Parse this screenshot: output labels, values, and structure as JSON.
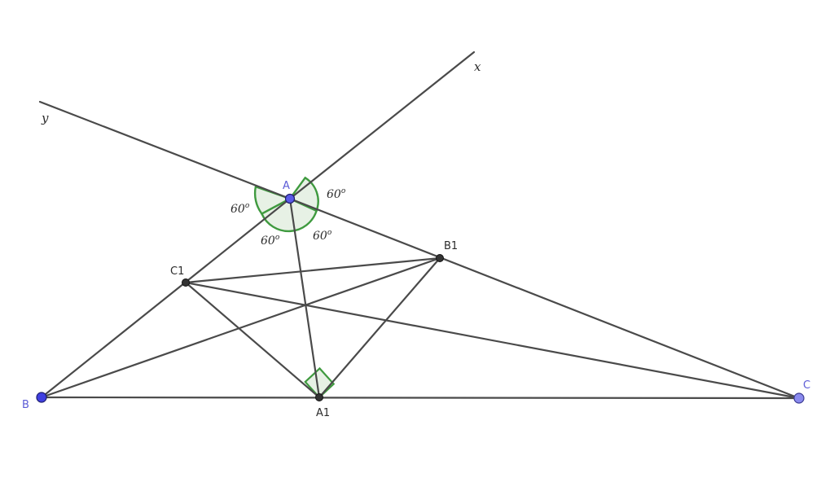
{
  "figure": {
    "points": {
      "A": {
        "label": "A",
        "color": "#5a5ae6",
        "free": true
      },
      "B": {
        "label": "B",
        "color": "#4040e0",
        "free": true
      },
      "C": {
        "label": "C",
        "color": "#8a8aee",
        "free": true
      },
      "A1": {
        "label": "A1",
        "color": "#333333",
        "free": false
      },
      "B1": {
        "label": "B1",
        "color": "#333333",
        "free": false
      },
      "C1": {
        "label": "C1",
        "color": "#333333",
        "free": false
      }
    },
    "lines": {
      "x": {
        "label": "x"
      },
      "y": {
        "label": "y"
      }
    },
    "angles": [
      {
        "value": "60",
        "unit": "o"
      },
      {
        "value": "60",
        "unit": "o"
      },
      {
        "value": "60",
        "unit": "o"
      },
      {
        "value": "60",
        "unit": "o"
      }
    ],
    "colors": {
      "line": "#4a4a4a",
      "angle_fill": "#e3efe1",
      "angle_stroke": "#3f9a3f",
      "free_point_label": "#5b5bd6"
    }
  }
}
